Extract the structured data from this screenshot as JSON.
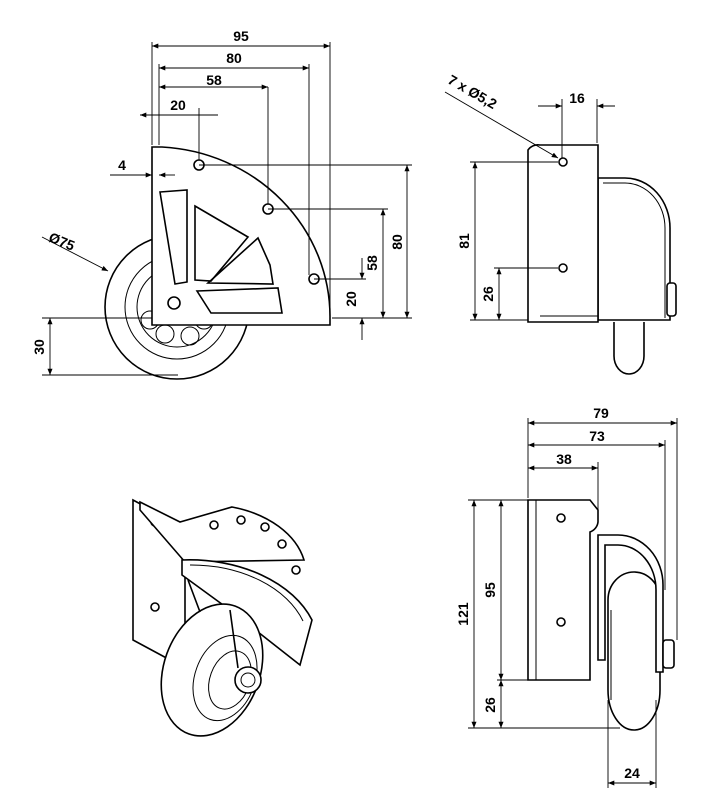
{
  "top_left_view": {
    "dims": {
      "d95": "95",
      "d80": "80",
      "d58": "58",
      "d20": "20",
      "d4": "4",
      "dia75": "Ø75",
      "d30": "30",
      "v20": "20",
      "v58": "58",
      "v80": "80"
    }
  },
  "top_right_view": {
    "dims": {
      "holes": "7 x Ø5,2",
      "d16": "16",
      "d81": "81",
      "d26": "26"
    }
  },
  "bottom_right_view": {
    "dims": {
      "d79": "79",
      "d73": "73",
      "d38": "38",
      "d121": "121",
      "d95": "95",
      "d26": "26",
      "d24": "24"
    }
  }
}
